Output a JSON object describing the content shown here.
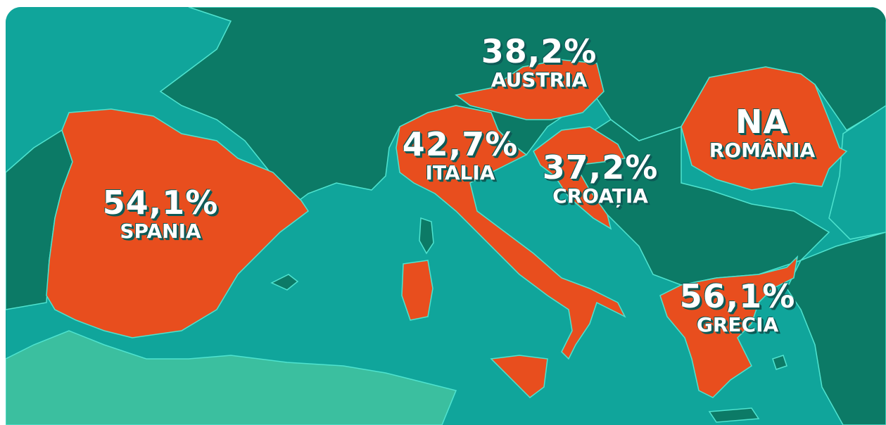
{
  "colors": {
    "sea": "#10a59b",
    "land": "#0c7a66",
    "africa": "#3bbf9f",
    "highlight": "#e84e1e",
    "border": "#4fe3cf",
    "label_text": "#ffffff",
    "label_shadow": "#0d5a56"
  },
  "regions": [
    {
      "id": "spain",
      "value": "54,1%",
      "name": "SPANIA"
    },
    {
      "id": "italy",
      "value": "42,7%",
      "name": "ITALIA"
    },
    {
      "id": "austria",
      "value": "38,2%",
      "name": "AUSTRIA"
    },
    {
      "id": "croatia",
      "value": "37,2%",
      "name": "CROAȚIA"
    },
    {
      "id": "romania",
      "value": "NA",
      "name": "ROMÂNIA"
    },
    {
      "id": "greece",
      "value": "56,1%",
      "name": "GRECIA"
    }
  ]
}
